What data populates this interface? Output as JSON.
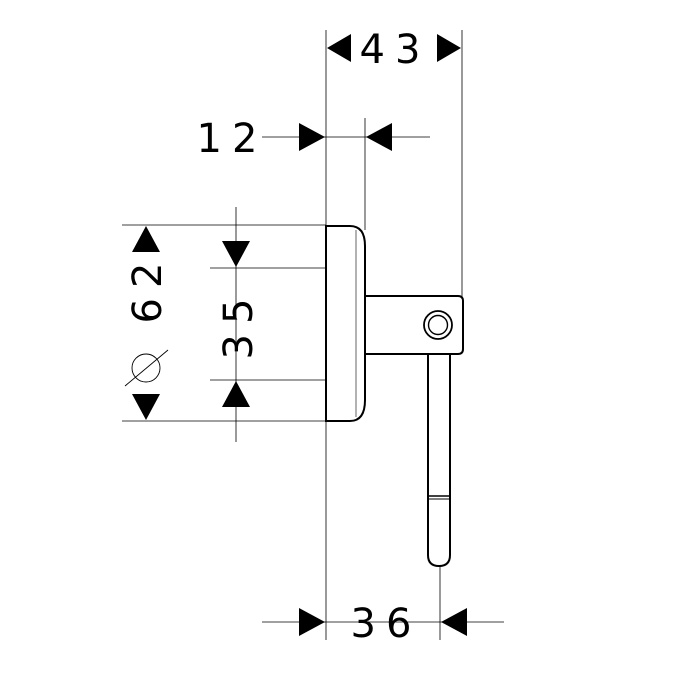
{
  "dimensions": {
    "overall_depth": "43",
    "rose_offset": "12",
    "rose_diameter": "62",
    "diameter_symbol": "⌀",
    "mount_spacing": "35",
    "hook_depth": "36"
  },
  "colors": {
    "line": "#000000",
    "background": "#ffffff"
  }
}
